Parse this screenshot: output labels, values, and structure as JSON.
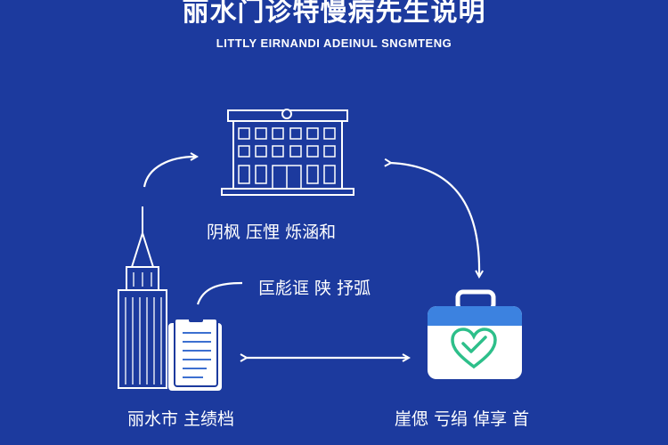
{
  "title": "丽水门诊特慢病先生说明",
  "subtitle": "LITTLY EIRNANDI ADEINUL SNGMTENG",
  "nodes": {
    "hospital_label": "阴枫 压悝 烁涵和",
    "connection_label": "匞彪诓 陕 抒弧",
    "city_label": "丽水市 主绩档",
    "medical_label": "崖偲 亏绢 倬享 首"
  },
  "colors": {
    "background": "#1c3a9e",
    "foreground": "#ffffff",
    "kit_blue": "#3c82e0",
    "heart_green": "#2dbf8a"
  }
}
